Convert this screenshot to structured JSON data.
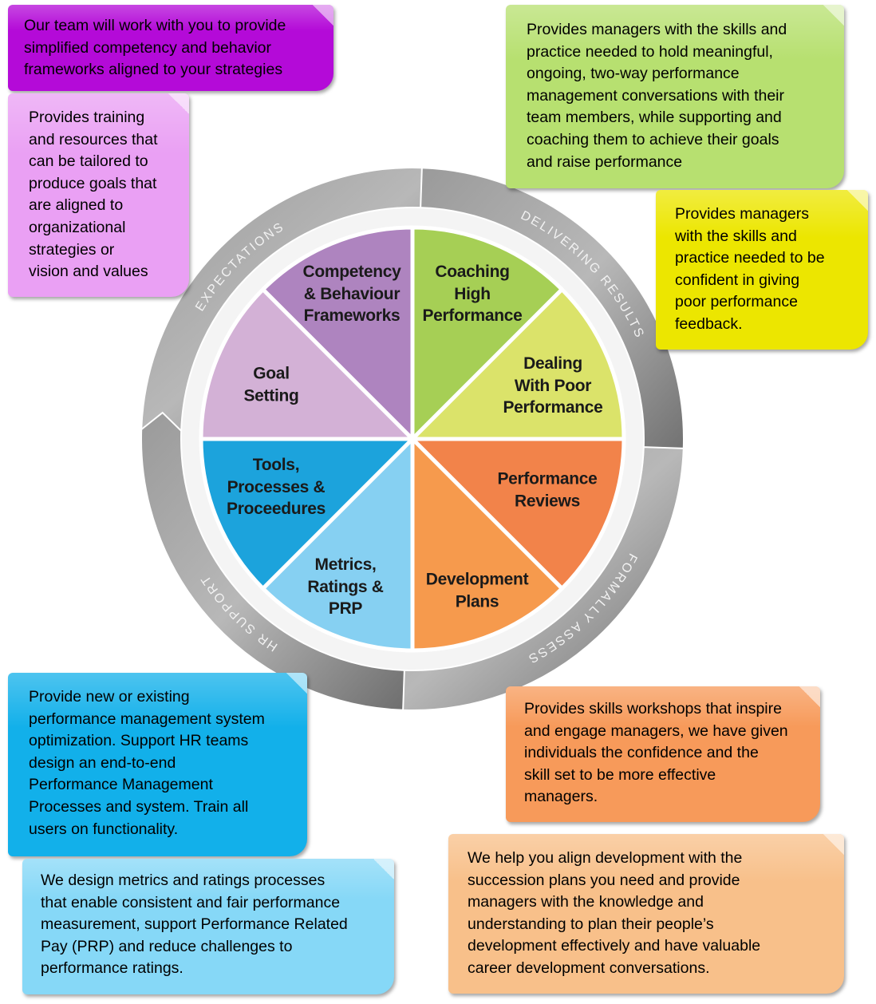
{
  "wheel": {
    "segments": [
      {
        "label": "Coaching\nHigh\nPerformance",
        "color": "#a6cf55"
      },
      {
        "label": "Dealing\nWith Poor\nPerformance",
        "color": "#dbe36a"
      },
      {
        "label": "Performance\nReviews",
        "color": "#f2834a"
      },
      {
        "label": "Development\nPlans",
        "color": "#f69a4d"
      },
      {
        "label": "Metrics,\nRatings &\nPRP",
        "color": "#86d0f2"
      },
      {
        "label": "Tools,\nProcesses &\nProceedures",
        "color": "#1ca3dc"
      },
      {
        "label": "Goal\nSetting",
        "color": "#d3b1d6"
      },
      {
        "label": "Competency\n& Behaviour\nFrameworks",
        "color": "#ae84bf"
      }
    ],
    "ring_labels": [
      "EXPECTATIONS",
      "DELIVERING RESULTS",
      "FORMALLY ASSESS",
      "HR SUPPORT"
    ]
  },
  "boxes": {
    "competency": {
      "text": "Our team will work with you to provide\nsimplified competency and behavior\nframeworks aligned to your strategies",
      "color": "#b40ad8"
    },
    "goal": {
      "text": "Provides training\nand resources that\ncan be tailored to\nproduce goals that\nare aligned to\norganizational\nstrategies or\nvision and values",
      "color": "#eaa0f4"
    },
    "coaching": {
      "text": "Provides managers with the skills and\npractice needed to hold meaningful,\nongoing, two-way performance\nmanagement conversations with their\nteam members,  while supporting and\ncoaching them to achieve their goals\nand raise performance",
      "color": "#b7e070"
    },
    "poor_performance": {
      "text": "Provides managers\nwith the skills and\npractice needed to be\nconfident in giving\npoor performance\nfeedback.",
      "color": "#ece600"
    },
    "tools": {
      "text": "Provide new or existing\nperformance management system\noptimization.  Support HR teams\ndesign an end-to-end\nPerformance Management\nProcesses and system.  Train all\nusers on functionality.",
      "color": "#12b0ea"
    },
    "metrics": {
      "text": "We design metrics and ratings processes\nthat enable consistent and fair performance\nmeasurement, support Performance Related\nPay (PRP) and reduce challenges to\nperformance ratings.",
      "color": "#86d8f7"
    },
    "reviews": {
      "text": "Provides skills workshops that inspire\nand engage managers, we have given\nindividuals the confidence and the\nskill set to be more effective\nmanagers.",
      "color": "#f79a5a"
    },
    "development": {
      "text": "We help you align development with the\nsuccession plans you need and provide\nmanagers with the knowledge and\nunderstanding to plan their people’s\ndevelopment effectively and have valuable\ncareer development conversations.",
      "color": "#f8c08a"
    }
  }
}
